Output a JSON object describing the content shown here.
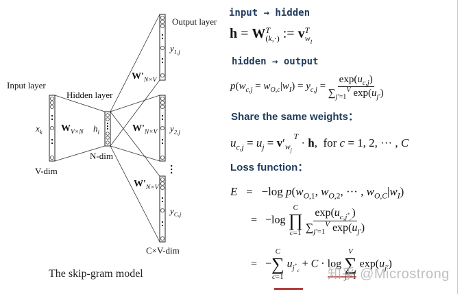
{
  "diagram": {
    "caption": "The skip-gram model",
    "layers": {
      "input_label": "Input layer",
      "hidden_label": "Hidden layer",
      "output_label": "Output layer"
    },
    "node_labels": {
      "input_node": "x",
      "input_node_sub": "k",
      "hidden_node": "h",
      "hidden_node_sub": "i",
      "output_1": "y",
      "output_1_sub": "1,j",
      "output_2": "y",
      "output_2_sub": "2,j",
      "output_c": "y",
      "output_c_sub": "C,j"
    },
    "weights": {
      "input_hidden": "W",
      "input_hidden_sub": "V×N",
      "hidden_output": "W'",
      "hidden_output_sub": "N×V"
    },
    "dims": {
      "input": "V-dim",
      "hidden": "N-dim",
      "output": "C×V-dim"
    },
    "colors": {
      "heading": "#1f3a5c",
      "underline": "#b33a3a",
      "line": "#333333"
    }
  },
  "equations": {
    "section1_heading": "input → hidden",
    "eq1": "h = W^T_(k,·) := v^T_{w_I}",
    "section2_heading": "hidden → output",
    "eq2": "p(w_{c,j} = w_{O,c} | w_I) = y_{c,j} = exp(u_{c,j}) / Σ_{j'=1}^{V} exp(u_{j'})",
    "section3_heading": "Share the same weights：",
    "eq3": "u_{c,j} = u_j = v'_{w_j}^T · h,  for c = 1, 2, ···, C",
    "section4_heading": "Loss function：",
    "loss_line1": "E = −log p(w_{O,1}, w_{O,2}, ···, w_{O,C} | w_I)",
    "loss_line2": "= −log Π_{c=1}^{C} exp(u_{c,j*_c}) / Σ_{j'=1}^{V} exp(u_{j'})",
    "loss_line3": "= −Σ_{c=1}^{C} u_{j*_c} + C · log Σ_{j'=1}^{V} exp(u_{j'})"
  },
  "watermark": "知乎 @Microstrong"
}
